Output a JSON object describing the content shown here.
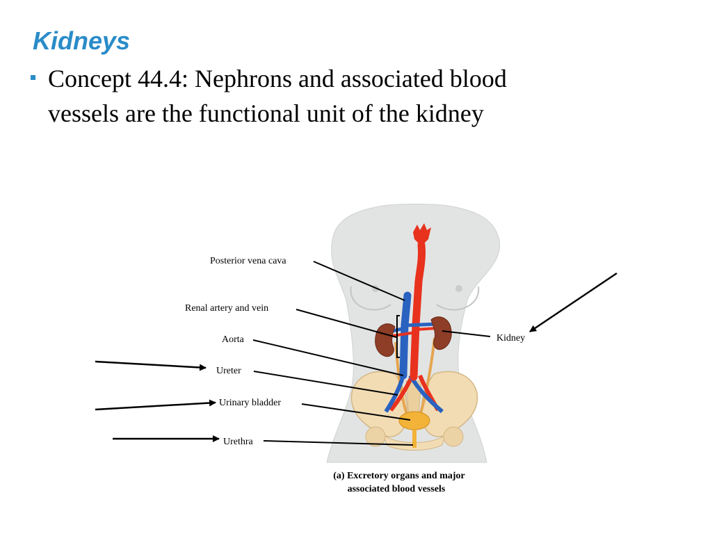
{
  "slide": {
    "title": "Kidneys",
    "bullet_line1": "Concept 44.4: Nephrons and associated blood",
    "bullet_line2": "vessels are the functional unit of the kidney",
    "accent_color": "#2a8cc8"
  },
  "figure": {
    "labels": {
      "posterior_vena_cava": "Posterior vena cava",
      "renal_artery_vein": "Renal artery and vein",
      "aorta": "Aorta",
      "ureter": "Ureter",
      "urinary_bladder": "Urinary bladder",
      "urethra": "Urethra",
      "kidney": "Kidney"
    },
    "caption_line1": "(a) Excretory organs and major",
    "caption_line2": "associated blood vessels",
    "colors": {
      "artery": "#e8321e",
      "vein": "#2a62c0",
      "kidney": "#8e3d26",
      "bone": "#f2dcb4",
      "bladder": "#f2b338",
      "body": "#e2e4e3"
    }
  }
}
